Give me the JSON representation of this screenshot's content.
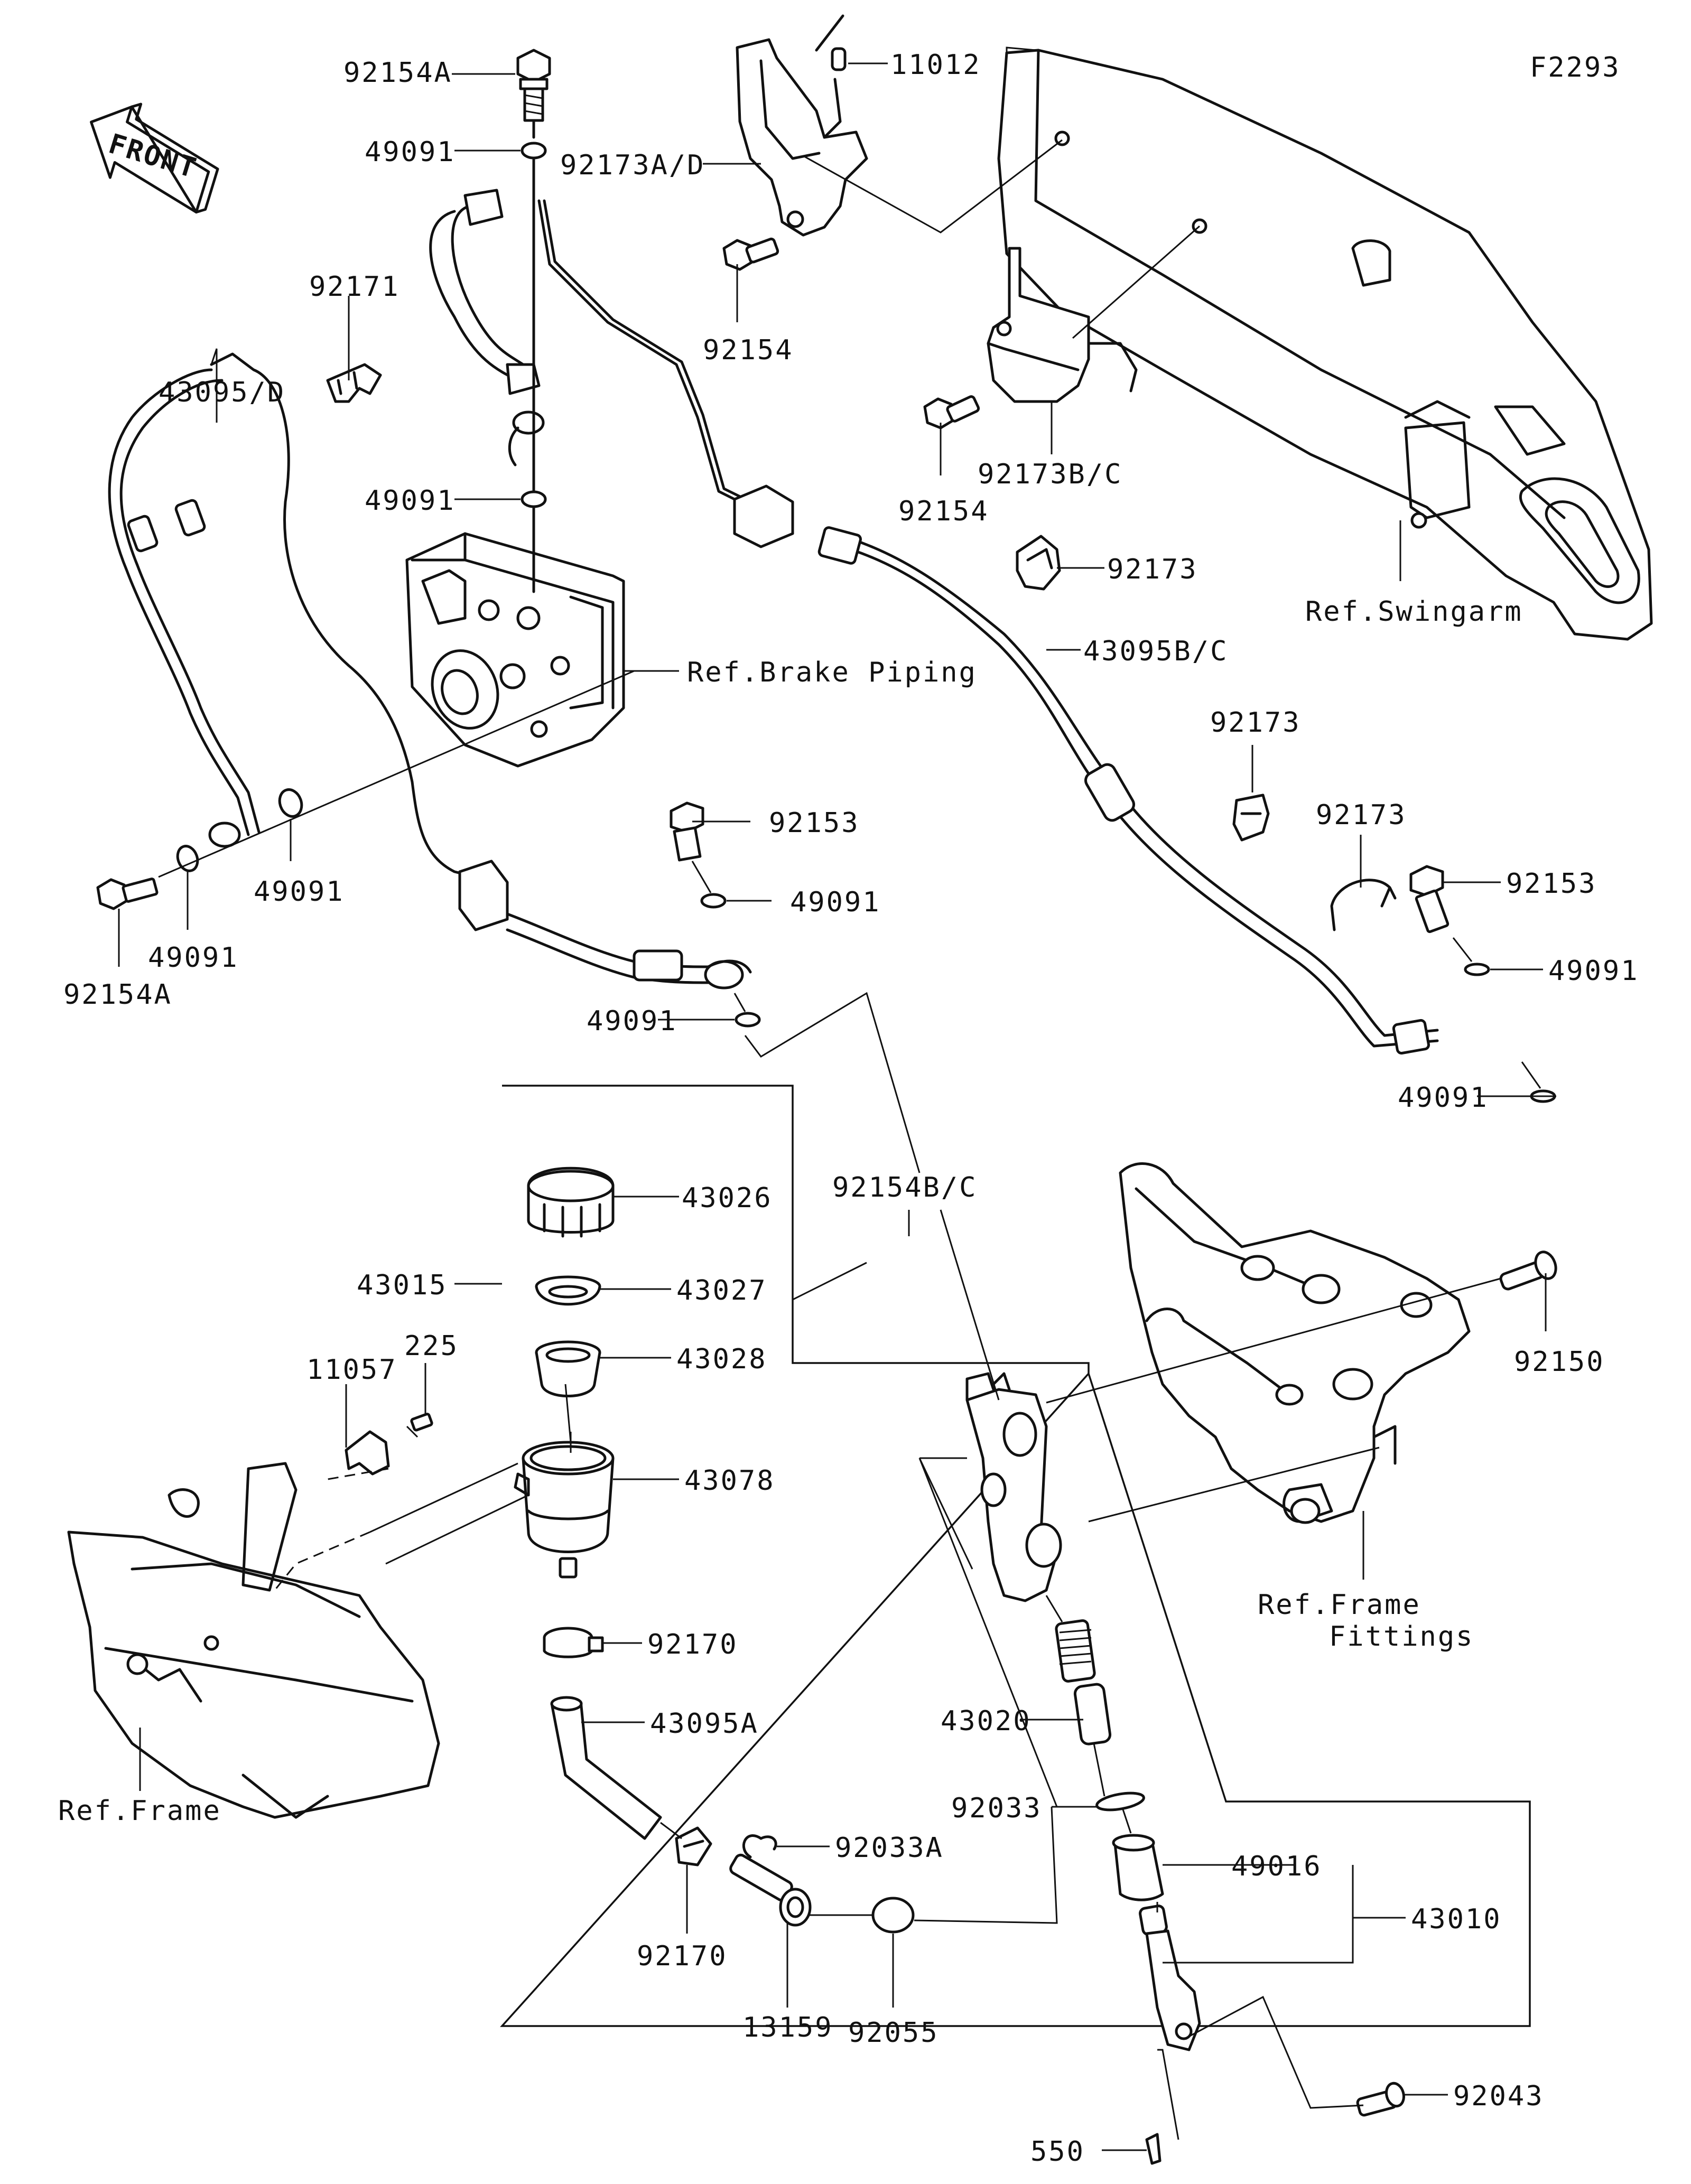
{
  "figure_code": "F2293",
  "front_label": "FRONT",
  "labels": {
    "p92154A_top": "92154A",
    "p11012": "11012",
    "p49091_a": "49091",
    "p92173AD": "92173A/D",
    "p92171": "92171",
    "p92154_a": "92154",
    "p43095D": "43095/D",
    "p92154_b": "92154",
    "p92173BC": "92173B/C",
    "p49091_b": "49091",
    "p92173_a": "92173",
    "ref_swingarm": "Ref.Swingarm",
    "ref_brake": "Ref.Brake Piping",
    "p43095BC": "43095B/C",
    "p92173_b": "92173",
    "p92173_c": "92173",
    "p92153_a": "92153",
    "p49091_c": "49091",
    "p92153_b": "92153",
    "p49091_d": "49091",
    "p49091_e": "49091",
    "p92154A_bot": "92154A",
    "p49091_f": "49091",
    "p49091_g": "49091",
    "p49091_h": "49091",
    "p92154BC": "92154B/C",
    "p43026": "43026",
    "p43015": "43015",
    "p43027": "43027",
    "p92150": "92150",
    "p225": "225",
    "p43028": "43028",
    "p11057": "11057",
    "p43078": "43078",
    "ref_frame_fittings_1": "Ref.Frame",
    "ref_frame_fittings_2": "Fittings",
    "p92170_a": "92170",
    "p43095A": "43095A",
    "p43020": "43020",
    "ref_frame": "Ref.Frame",
    "p92033": "92033",
    "p92033A": "92033A",
    "p49016": "49016",
    "p43010": "43010",
    "p92170_b": "92170",
    "p13159": "13159",
    "p92055": "92055",
    "p92043": "92043",
    "p550": "550"
  }
}
